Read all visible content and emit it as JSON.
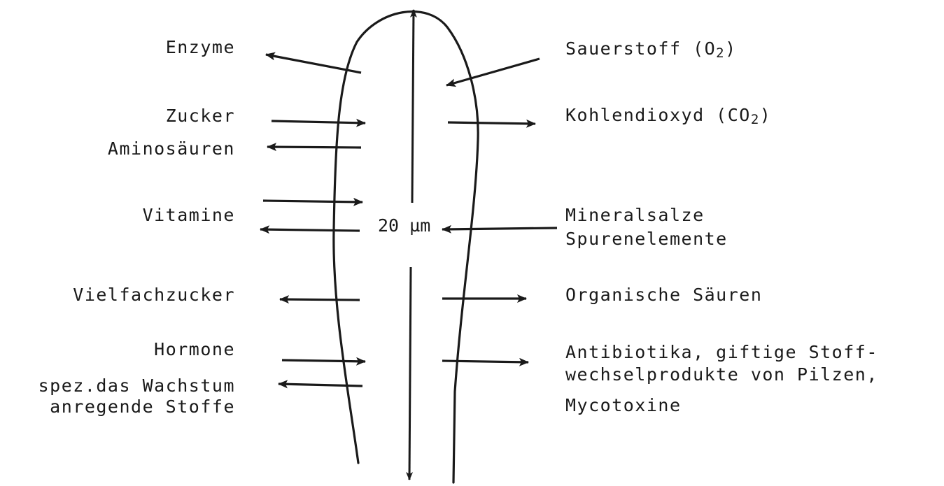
{
  "ink_color": "#1a1a1a",
  "background_color": "#ffffff",
  "scale_label": "20 µm",
  "left_labels": {
    "enzyme": "Enzyme",
    "zucker": "Zucker",
    "aminosaeuren": "Aminosäuren",
    "vitamine": "Vitamine",
    "vielfachzucker": "Vielfachzucker",
    "hormone": "Hormone",
    "wachstum_1": "spez.das Wachstum",
    "wachstum_2": "anregende Stoffe"
  },
  "right_labels": {
    "sauerstoff": "Sauerstoff (O",
    "sauerstoff_sub": "2",
    "sauerstoff_close": ")",
    "kohlendioxyd": "Kohlendioxyd (CO",
    "kohlendioxyd_sub": "2",
    "kohlendioxyd_close": ")",
    "mineralsalze": "Mineralsalze",
    "spurenelemente": "Spurenelemente",
    "organische_saeuren": "Organische Säuren",
    "antibiotika_1": "Antibiotika, giftige Stoff-",
    "antibiotika_2": "wechselprodukte von Pilzen,",
    "antibiotika_3": "Mycotoxine"
  },
  "arrows": [
    {
      "name": "enzyme-arrow",
      "direction": "outward"
    },
    {
      "name": "zucker-arrow",
      "direction": "inward"
    },
    {
      "name": "aminosaeuren-arrow",
      "direction": "outward"
    },
    {
      "name": "vitamine-in-arrow",
      "direction": "inward"
    },
    {
      "name": "vitamine-out-arrow",
      "direction": "outward"
    },
    {
      "name": "vielfachzucker-arrow",
      "direction": "outward"
    },
    {
      "name": "hormone-arrow",
      "direction": "inward"
    },
    {
      "name": "wachstum-arrow",
      "direction": "outward"
    },
    {
      "name": "sauerstoff-arrow",
      "direction": "inward"
    },
    {
      "name": "kohlendioxyd-arrow",
      "direction": "outward"
    },
    {
      "name": "mineralsalze-arrow",
      "direction": "inward"
    },
    {
      "name": "organische-saeuren-arrow",
      "direction": "outward"
    },
    {
      "name": "antibiotika-arrow",
      "direction": "outward"
    }
  ]
}
